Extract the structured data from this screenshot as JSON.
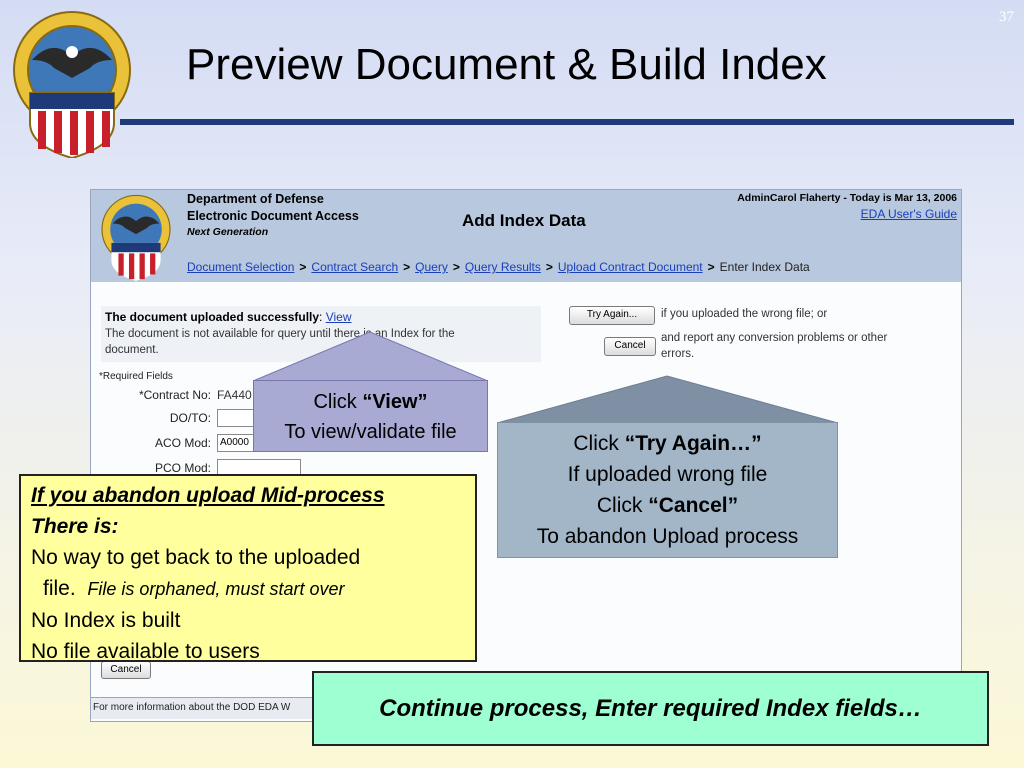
{
  "slide": {
    "number": "37",
    "title": "Preview Document & Build Index"
  },
  "eda": {
    "org_line1": "Department of Defense",
    "org_line2": "Electronic Document Access",
    "org_line3": "Next Generation",
    "page_title": "Add Index Data",
    "user_info": "AdminCarol Flaherty - Today is Mar 13, 2006",
    "guide_link": "EDA User's Guide",
    "breadcrumbs": [
      "Document Selection",
      "Contract Search",
      "Query",
      "Query Results",
      "Upload Contract Document"
    ],
    "breadcrumb_current": "Enter Index Data",
    "breadcrumb_sep": ">",
    "upload_success": "The document uploaded successfully",
    "upload_view_link": "View",
    "upload_note_1": "The document is not available for query until there is an Index for the",
    "upload_note_2": "document.",
    "try_again_button": "Try Again...",
    "try_again_text": "if you uploaded the wrong file; or",
    "cancel_button": "Cancel",
    "cancel_text_1": "and report any conversion problems or other",
    "cancel_text_2": "errors.",
    "required_note": "*Required Fields",
    "fields": [
      {
        "label": "*Contract No:",
        "value": "FA440"
      },
      {
        "label": "DO/TO:",
        "value": ""
      },
      {
        "label": "ACO Mod:",
        "value": "A0000"
      },
      {
        "label": "PCO Mod:",
        "value": ""
      }
    ],
    "bottom_cancel": "Cancel",
    "footer_text": "For more information about the DOD EDA W"
  },
  "callouts": {
    "view_click": "Click ",
    "view_bold": "“View”",
    "view_line2": "To view/validate file",
    "try_click": "Click ",
    "try_bold": "“Try Again…”",
    "try_line2": "If uploaded wrong file",
    "cancel_click": "Click ",
    "cancel_bold": "“Cancel”",
    "cancel_line2": "To abandon Upload process"
  },
  "abandon": {
    "heading": "If you abandon upload Mid-process",
    "subheading": "There is:",
    "line1": "No way to get back to the uploaded",
    "line2_a": "file.",
    "line2_b": "File is orphaned, must start over",
    "line3": "No Index is built",
    "line4": "No file available to users"
  },
  "continue_text": "Continue process, Enter required Index fields…",
  "colors": {
    "title_rule": "#1e3a78",
    "link": "#1a3fb8",
    "yellow_box": "#ffff9e",
    "green_box": "#9effd2"
  }
}
